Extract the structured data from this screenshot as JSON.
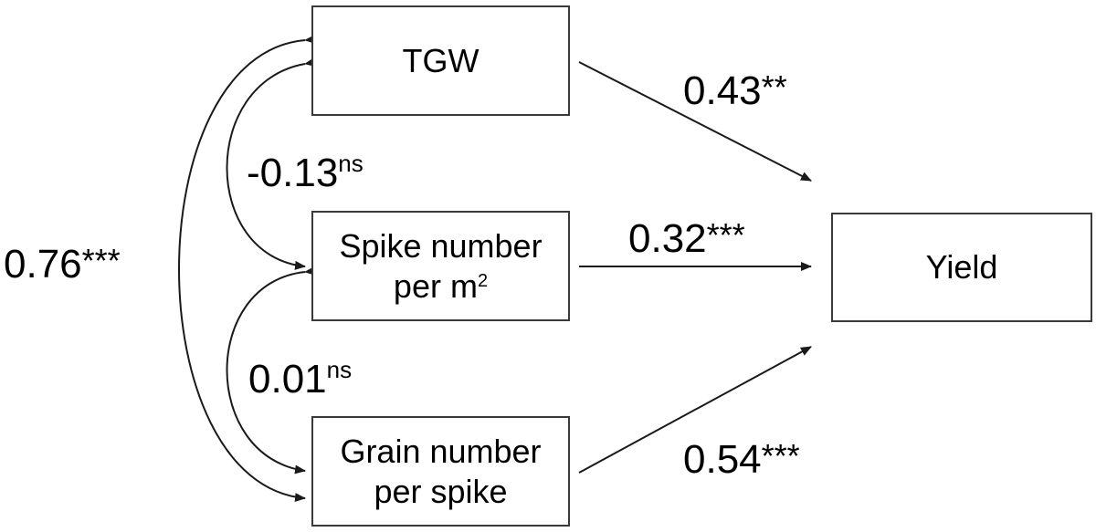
{
  "nodes": {
    "tgw": {
      "line1": "TGW"
    },
    "spike_number": {
      "line1": "Spike number",
      "line2_prefix": "per m",
      "line2_sup": "2"
    },
    "grain_number": {
      "line1": "Grain number",
      "line2": "per spike"
    },
    "yield": {
      "line1": "Yield"
    }
  },
  "paths": {
    "tgw_to_yield": {
      "value": "0.43",
      "sig": "**"
    },
    "spike_to_yield": {
      "value": "0.32",
      "sig": "***"
    },
    "grain_to_yield": {
      "value": "0.54",
      "sig": "***"
    }
  },
  "correlations": {
    "tgw_spike": {
      "value": "-0.13",
      "sig": "ns"
    },
    "spike_grain": {
      "value": "0.01",
      "sig": "ns"
    },
    "tgw_grain": {
      "value": "0.76",
      "sig": "***"
    }
  }
}
